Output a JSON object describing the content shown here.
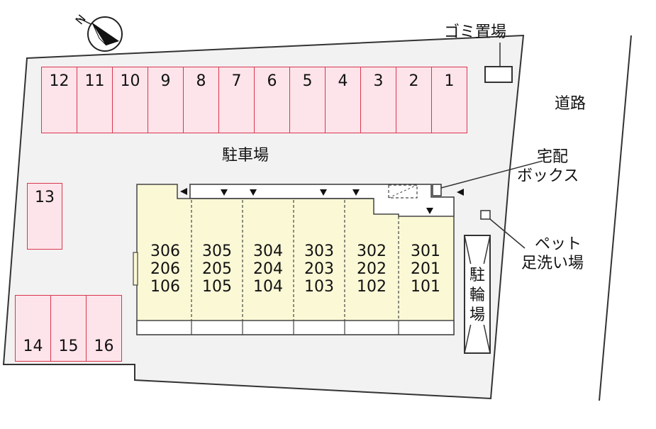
{
  "parking_label": "駐車場",
  "road_label": "道路",
  "garbage_label": "ゴミ置場",
  "delivery_box_label": [
    "宅配",
    "ボックス"
  ],
  "pet_label": [
    "ペット",
    "足洗い場"
  ],
  "bike_label": [
    "駐",
    "輪",
    "場"
  ],
  "compass_label": "N",
  "parking_top": [
    "12",
    "11",
    "10",
    "9",
    "8",
    "7",
    "6",
    "5",
    "4",
    "3",
    "2",
    "1"
  ],
  "parking_left": "13",
  "parking_bottom": [
    "14",
    "15",
    "16"
  ],
  "units": [
    [
      "306",
      "206",
      "106"
    ],
    [
      "305",
      "205",
      "105"
    ],
    [
      "304",
      "204",
      "104"
    ],
    [
      "303",
      "203",
      "103"
    ],
    [
      "302",
      "202",
      "102"
    ],
    [
      "301",
      "201",
      "101"
    ]
  ],
  "colors": {
    "slot_fill": "#fde4ea",
    "slot_border": "#d9364f",
    "building_fill": "#fbf8d6",
    "lot_fill": "#f2f2f2"
  }
}
